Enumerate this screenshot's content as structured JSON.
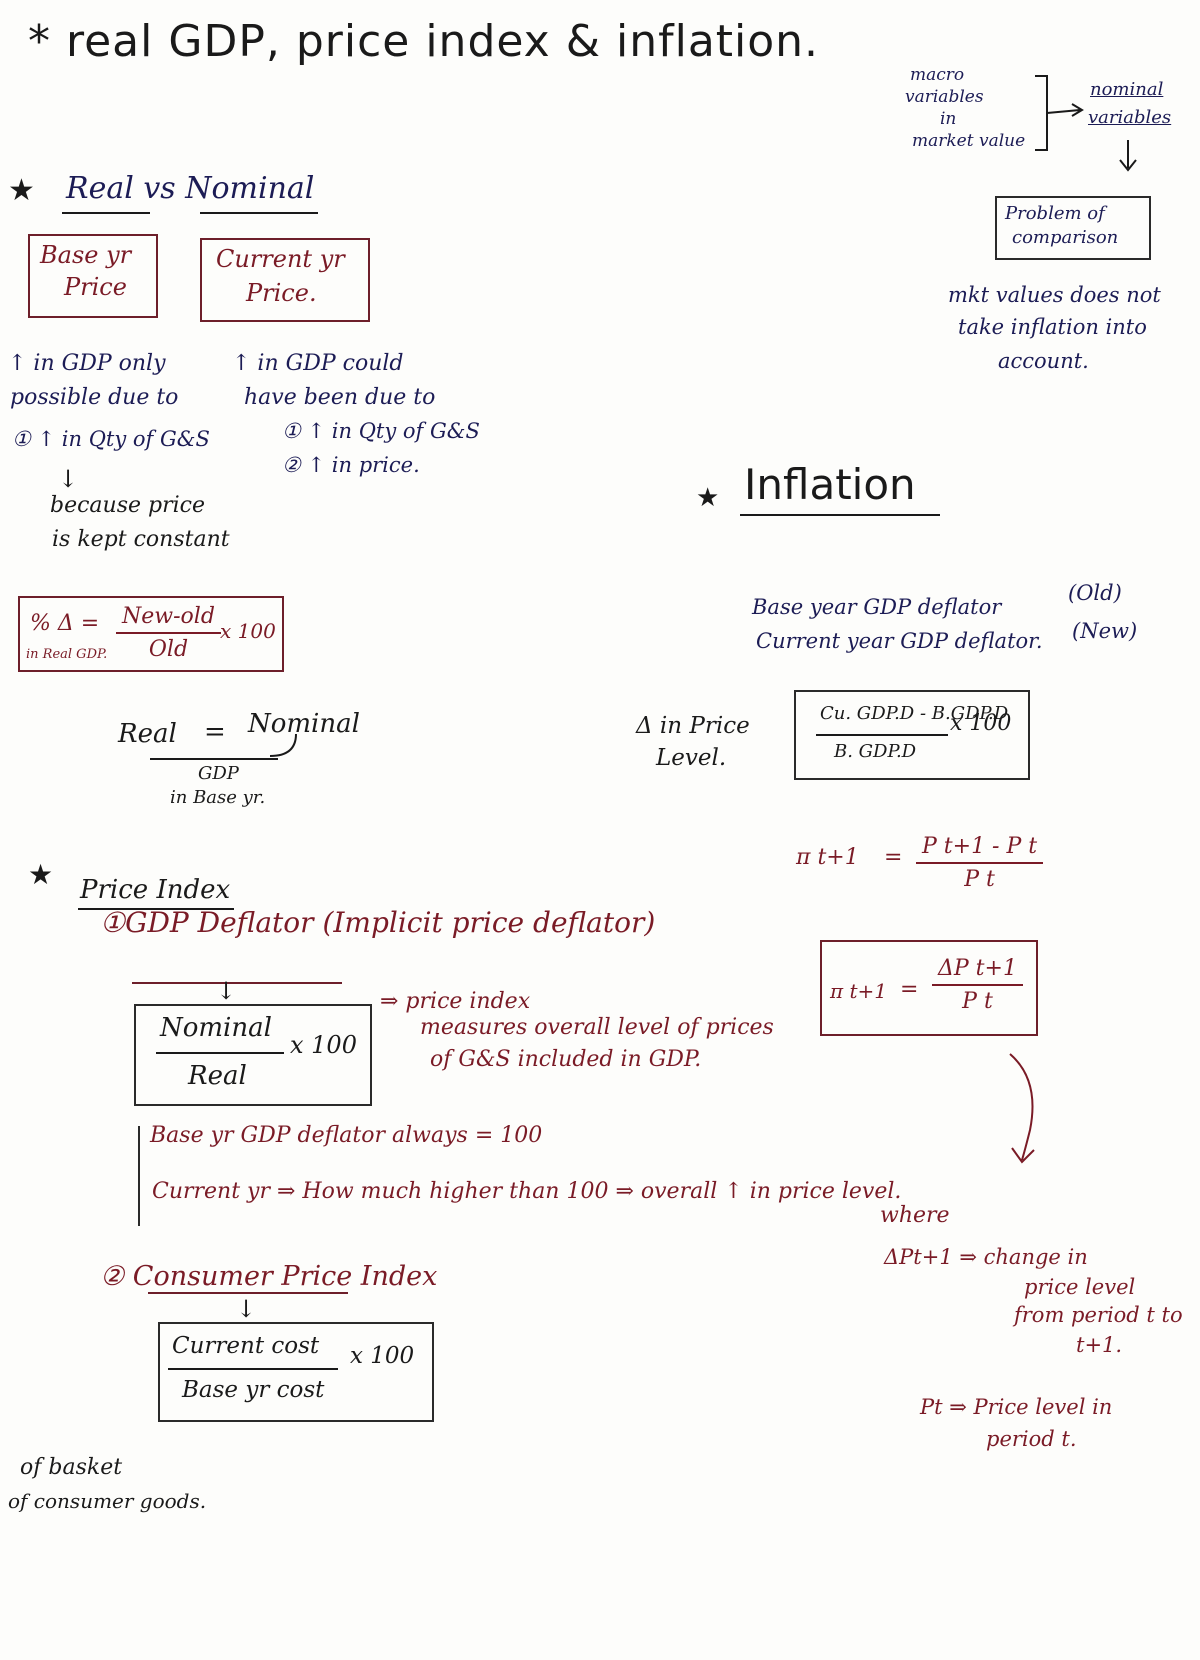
{
  "title": "* real GDP, price index & inflation.",
  "sidenote": {
    "line1": "macro",
    "line2": "variables",
    "line3": "in",
    "line4": "market value",
    "nominal1": "nominal",
    "nominal2": "variables",
    "problem1": "Problem of",
    "problem2": "comparison",
    "mkt1": "mkt values does not",
    "mkt2": "take inflation into",
    "mkt3": "account."
  },
  "real_vs_nominal": {
    "heading": "Real vs Nominal",
    "base_box1": "Base yr",
    "base_box2": "Price",
    "current_box1": "Current yr",
    "current_box2": "Price.",
    "left1": "↑ in GDP only",
    "left2": "possible due to",
    "left3": "① ↑ in Qty of G&S",
    "left_arrow": "↓",
    "left4": "because price",
    "left5": "is kept constant",
    "right1": "↑ in GDP could",
    "right2": "have been due to",
    "right3": "① ↑ in Qty of G&S",
    "right4": "② ↑ in price.",
    "pct_lhs": "% Δ =",
    "pct_num": "New-old",
    "pct_den": "Old",
    "pct_mult": "x 100",
    "pct_sub": "in Real GDP.",
    "real_eq_lhs": "Real",
    "real_eq_sign": "=",
    "real_eq_rhs": "Nominal",
    "gdp_note1": "GDP",
    "gdp_note2": "in Base yr."
  },
  "price_index": {
    "heading": "Price Index",
    "deflator_heading": "①GDP Deflator (Implicit price deflator)",
    "arrow": "↓",
    "frac_num": "Nominal",
    "frac_den": "Real",
    "frac_mult": "x 100",
    "desc1": "⇒ price index",
    "desc2": "measures overall level of prices",
    "desc3": "of G&S included in GDP.",
    "base_note": "Base yr GDP deflator always = 100",
    "current_note": "Current yr ⇒ How much higher than 100 ⇒ overall ↑ in price level.",
    "cpi_heading": "② Consumer Price Index",
    "cpi_arrow": "↓",
    "cpi_num": "Current cost",
    "cpi_den": "Base yr cost",
    "cpi_mult": "x 100",
    "cpi_note1": "of basket",
    "cpi_note2": "of consumer goods."
  },
  "inflation": {
    "heading": "Inflation",
    "base_line": "Base year GDP deflator",
    "base_tag": "(Old)",
    "cur_line": "Current year GDP deflator.",
    "cur_tag": "(New)",
    "delta_label1": "Δ in Price",
    "delta_label2": "Level.",
    "delta_num": "Cu. GDP.D - B.GDP.D",
    "delta_den": "B. GDP.D",
    "delta_mult": "x 100",
    "pi_lhs": "π t+1",
    "pi_eq": "=",
    "pi_num": "P t+1 - P t",
    "pi_den": "P t",
    "pi2_lhs": "π t+1",
    "pi2_eq": "=",
    "pi2_num": "ΔP t+1",
    "pi2_den": "P t",
    "where": "where",
    "w1": "ΔPt+1 ⇒ change in",
    "w2": "price level",
    "w3": "from period t to",
    "w4": "t+1.",
    "w5": "Pt ⇒ Price level in",
    "w6": "period t."
  }
}
